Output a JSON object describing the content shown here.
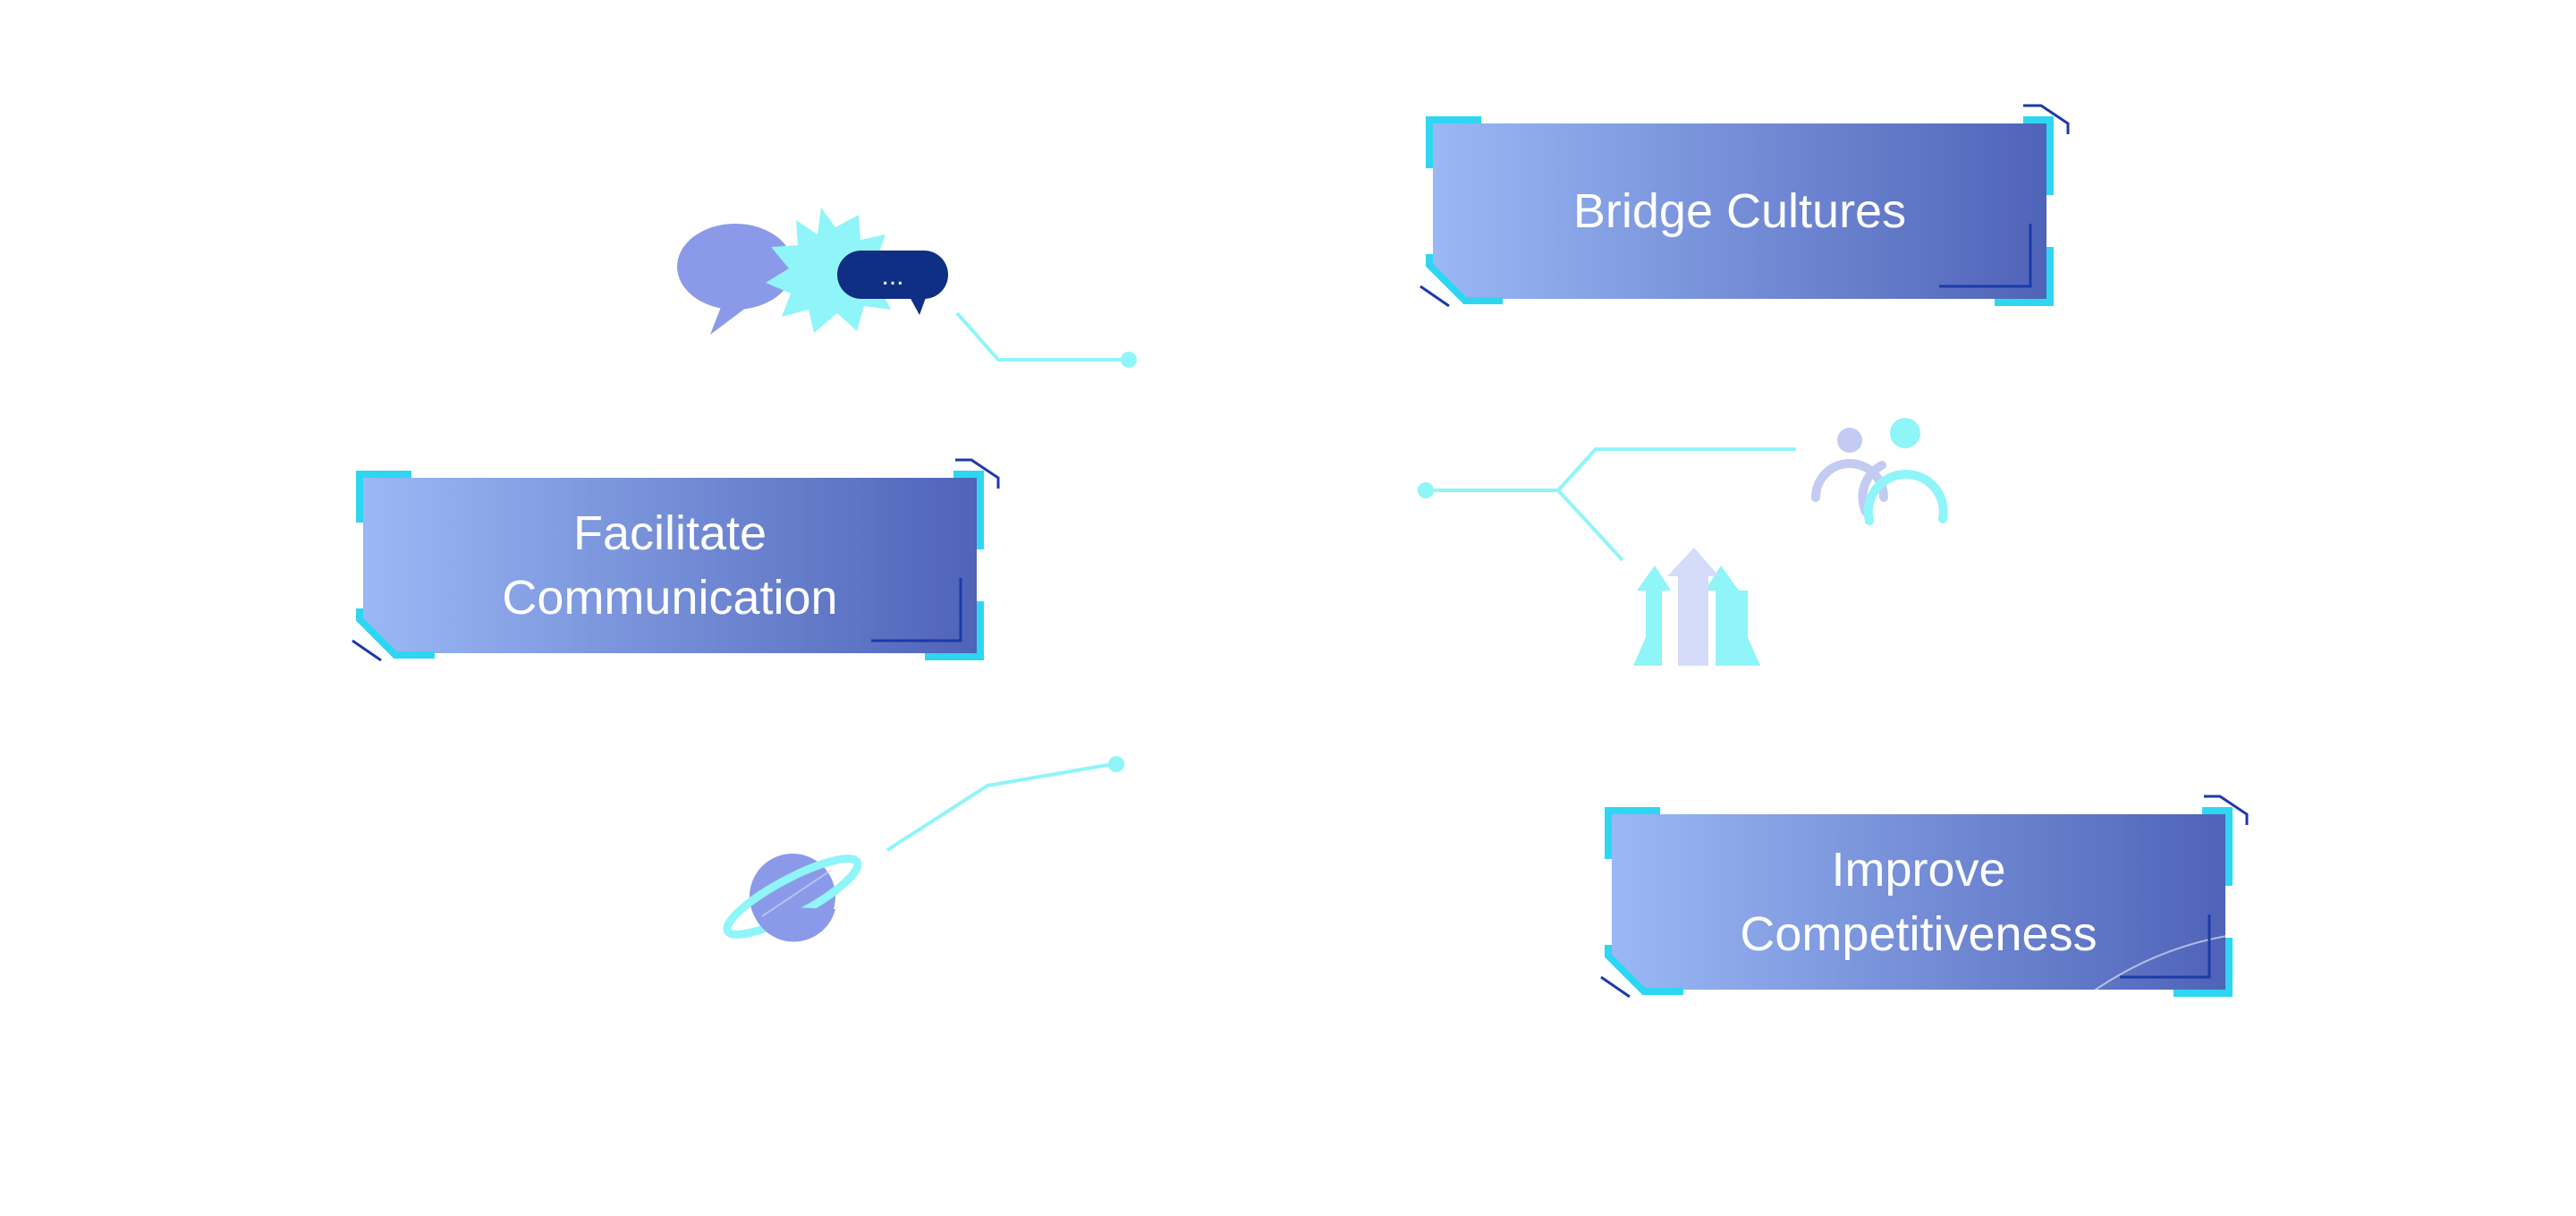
{
  "cards": {
    "bridge": {
      "text": "Bridge Cultures"
    },
    "facilitate": {
      "text": "Facilitate Communication"
    },
    "improve": {
      "text": "Improve Competitiveness"
    }
  },
  "icons": {
    "chat": "speech-bubbles-icon",
    "people": "people-icon",
    "arrows": "growth-arrows-icon",
    "planet": "planet-icon"
  },
  "bubble_text": "...",
  "colors": {
    "card_gradient_start": "#9ab8f5",
    "card_gradient_end": "#4f63b8",
    "corner_accent": "#2fd6f2",
    "corner_line_dark": "#1c3aa8",
    "connector": "#8ff5f8",
    "icon_purple": "#8b9ae8",
    "icon_cyan": "#8ff5f8",
    "bubble_dark": "#0f2f85"
  }
}
